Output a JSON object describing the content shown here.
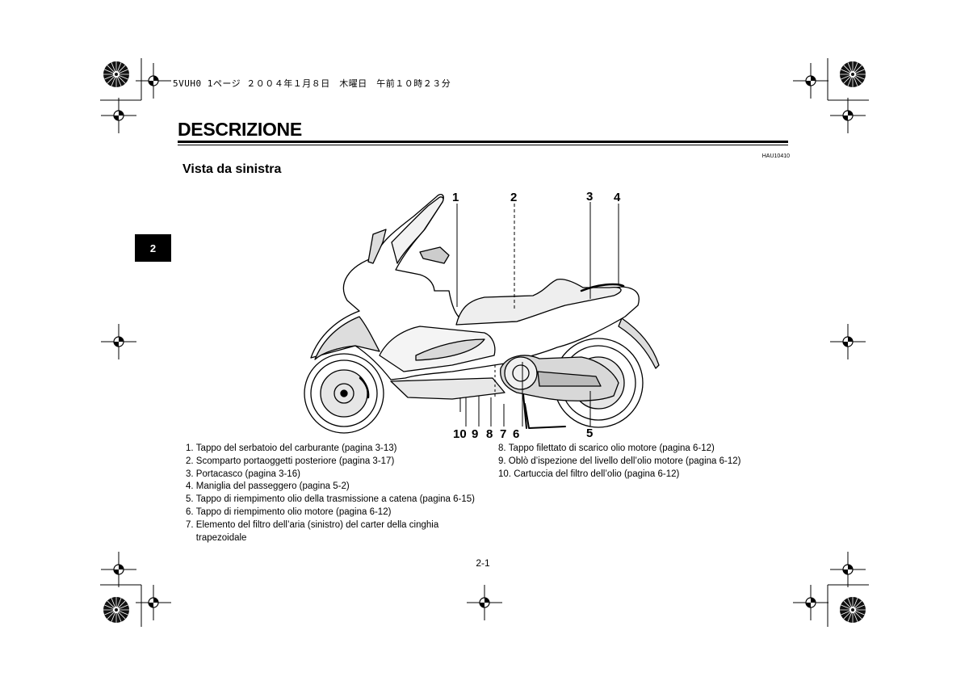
{
  "header_print_line": "5VUH0 1ページ ２００４年１月８日　木曜日　午前１０時２３分",
  "section_title": "DESCRIZIONE",
  "doc_code": "HAU10410",
  "subtitle": "Vista da sinistra",
  "chapter_tab": "2",
  "callouts": {
    "c1": "1",
    "c2": "2",
    "c3": "3",
    "c4": "4",
    "c5": "5",
    "c10": "10",
    "c9": "9",
    "c8": "8",
    "c7": "7",
    "c6": "6"
  },
  "legend_left": [
    {
      "num": "1. ",
      "text": "Tappo del serbatoio del carburante (pagina 3-13)"
    },
    {
      "num": "2. ",
      "text": "Scomparto portaoggetti posteriore (pagina 3-17)"
    },
    {
      "num": "3. ",
      "text": "Portacasco (pagina 3-16)"
    },
    {
      "num": "4. ",
      "text": "Maniglia del passeggero (pagina 5-2)"
    },
    {
      "num": "5. ",
      "text": "Tappo di riempimento olio della trasmissione a catena (pagina 6-15)"
    },
    {
      "num": "6. ",
      "text": "Tappo di riempimento olio motore (pagina 6-12)"
    },
    {
      "num": "7. ",
      "text": "Elemento del filtro dell’aria (sinistro) del carter della cinghia trapezoidale"
    }
  ],
  "legend_right": [
    {
      "num": "8. ",
      "text": "Tappo filettato di scarico olio motore (pagina 6-12)"
    },
    {
      "num": "9. ",
      "text": "Oblò d’ispezione del livello dell’olio motore (pagina 6-12)"
    },
    {
      "num": "10. ",
      "text": "Cartuccia del filtro dell’olio (pagina 6-12)"
    }
  ],
  "page_number": "2-1"
}
